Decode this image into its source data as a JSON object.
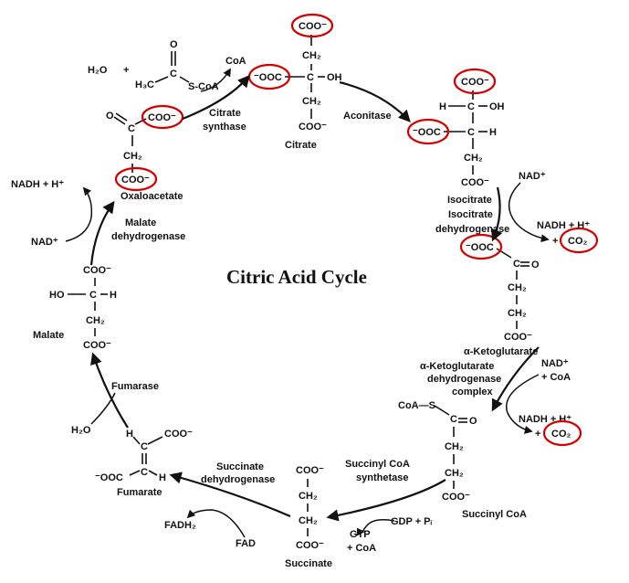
{
  "title": "Citric Acid Cycle",
  "highlight_color": "#d40000",
  "metabolites": {
    "citrate": "Citrate",
    "isocitrate": "Isocitrate",
    "akg": "α-Ketoglutarate",
    "succinyl_coa": "Succinyl CoA",
    "succinate": "Succinate",
    "fumarate": "Fumarate",
    "malate": "Malate",
    "oxaloacetate": "Oxaloacetate"
  },
  "enzymes": {
    "citrate_synthase": [
      "Citrate",
      "synthase"
    ],
    "aconitase": "Aconitase",
    "isocitrate_dh": [
      "Isocitrate",
      "dehydrogenase"
    ],
    "akg_dh": [
      "α-Ketoglutarate",
      "dehydrogenase",
      "complex"
    ],
    "succinyl_coa_synthetase": [
      "Succinyl CoA",
      "synthetase"
    ],
    "succinate_dh": [
      "Succinate",
      "dehydrogenase"
    ],
    "fumarase": "Fumarase",
    "malate_dh": [
      "Malate",
      "dehydrogenase"
    ]
  },
  "cofactors": {
    "h2o": "H₂O",
    "plus": "+",
    "coa": "CoA",
    "nad": "NAD⁺",
    "nadh_h": "NADH  +  H⁺",
    "co2": "CO₂",
    "plus_coa": "+  CoA",
    "gdp_pi": "GDP  +  Pᵢ",
    "gtp": "GTP",
    "fad": "FAD",
    "fadh2": "FADH₂",
    "scoa": "S-CoA",
    "h3c": "H₃C"
  },
  "groups": {
    "coo": "COO⁻",
    "ooc": "⁻OOC",
    "ch2": "CH₂",
    "c": "C",
    "o": "O",
    "h": "H",
    "oh": "OH",
    "ho": "HO",
    "coa_s": "CoA—S"
  }
}
